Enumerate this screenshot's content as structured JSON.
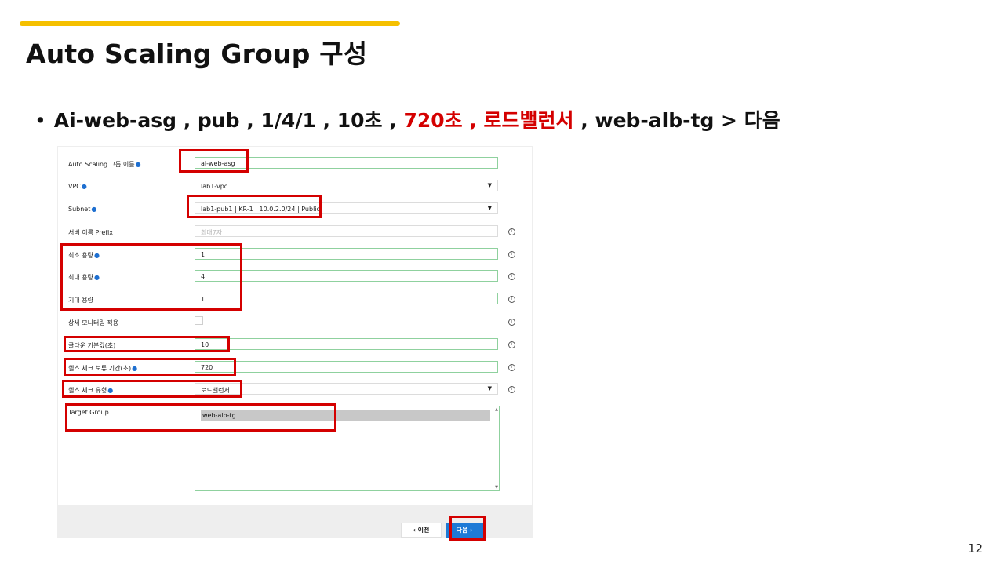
{
  "slide": {
    "title": "Auto Scaling Group 구성",
    "bullet_part1": "Ai-web-asg , pub , 1/4/1 , 10초 , ",
    "bullet_red": "720초 , 로드밸런서",
    "bullet_part2": " , web-alb-tg   >  다음",
    "page_number": "12",
    "accent_color": "#f5c000",
    "highlight_color": "#d40000"
  },
  "form": {
    "asg_name": {
      "label": "Auto Scaling 그룹 이름",
      "value": "ai-web-asg"
    },
    "vpc": {
      "label": "VPC",
      "value": "lab1-vpc"
    },
    "subnet": {
      "label": "Subnet",
      "value": "lab1-pub1 | KR-1 | 10.0.2.0/24 | Public"
    },
    "server_prefix": {
      "label": "서버 이름 Prefix",
      "placeholder": "최대7자"
    },
    "min_capacity": {
      "label": "최소 용량",
      "value": "1"
    },
    "max_capacity": {
      "label": "최대 용량",
      "value": "4"
    },
    "desired_capacity": {
      "label": "기대 용량",
      "value": "1"
    },
    "monitoring": {
      "label": "상세 모니터링 적용",
      "checked": false
    },
    "cooldown": {
      "label": "쿨다운 기본값(초)",
      "value": "10"
    },
    "health_grace": {
      "label": "헬스 체크 보류 기간(초)",
      "value": "720"
    },
    "health_type": {
      "label": "헬스 체크 유형",
      "value": "로드밸런서"
    },
    "target_group": {
      "label": "Target Group",
      "selected": "web-alb-tg"
    }
  },
  "footer": {
    "prev_label": "‹  이전",
    "next_label": "다음  ›"
  },
  "icons": {
    "help": "help-circle-icon",
    "dropdown": "caret-down-icon",
    "required": "required-dot-icon"
  }
}
